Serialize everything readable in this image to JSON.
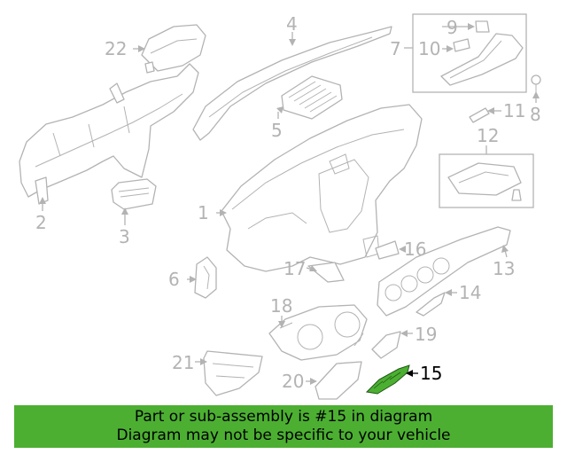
{
  "callouts": {
    "c1": "1",
    "c2": "2",
    "c3": "3",
    "c4": "4",
    "c5": "5",
    "c6": "6",
    "c7": "7",
    "c8": "8",
    "c9": "9",
    "c10": "10",
    "c11": "11",
    "c12": "12",
    "c13": "13",
    "c14": "14",
    "c15": "15",
    "c16": "16",
    "c17": "17",
    "c18": "18",
    "c19": "19",
    "c20": "20",
    "c21": "21",
    "c22": "22"
  },
  "highlight": {
    "part_number": "15",
    "color": "#4caf32"
  },
  "banner": {
    "line1": "Part or sub-assembly is #15 in diagram",
    "line2": "Diagram may not be specific to your vehicle",
    "color": "#4caf32"
  }
}
